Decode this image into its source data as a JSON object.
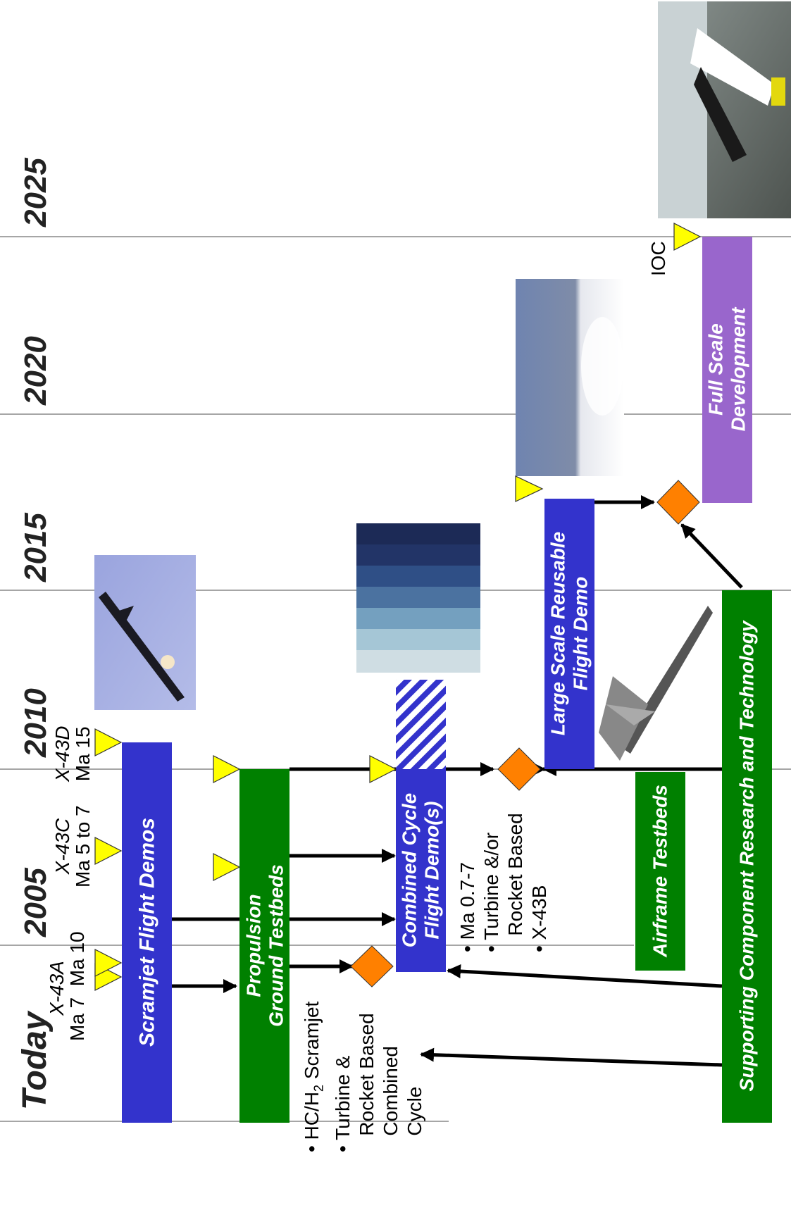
{
  "timeline": {
    "years": [
      "Today",
      "2005",
      "2010",
      "2015",
      "2020",
      "2025"
    ]
  },
  "bars": {
    "scramjet": {
      "line1": "Scramjet Flight Demos",
      "line2": ""
    },
    "propulsion": {
      "line1": "Propulsion",
      "line2": "Ground Testbeds"
    },
    "combined": {
      "line1": "Combined Cycle",
      "line2": "Flight Demo(s)"
    },
    "large_scale": {
      "line1": "Large Scale Reusable",
      "line2": "Flight Demo"
    },
    "airframe": {
      "line1": "Airframe Testbeds",
      "line2": ""
    },
    "supporting": {
      "line1": "Supporting Component Research and Technology",
      "line2": ""
    },
    "full_scale": {
      "line1": "Full Scale",
      "line2": "Development"
    }
  },
  "milestones": {
    "x43a": {
      "name": "X-43A",
      "m1": "Ma 7",
      "m2": "Ma 10"
    },
    "x43c": {
      "name": "X-43C",
      "detail": "Ma 5 to 7"
    },
    "x43d": {
      "name": "X-43D",
      "detail": "Ma 15"
    },
    "ioc": "IOC"
  },
  "bullets": {
    "propulsion": {
      "b1_pre": "HC/H",
      "b1_sub": "2",
      "b1_post": " Scramjet",
      "b2a": "Turbine &",
      "b2b": "Rocket Based",
      "b2c": "Combined",
      "b2d": "Cycle"
    },
    "combined": {
      "b1": "Ma 0.7-7",
      "b2a": "Turbine &/or",
      "b2b": "Rocket Based",
      "b3": "X-43B"
    }
  },
  "colors": {
    "blue_bar": "#3333cc",
    "green_bar": "#008000",
    "purple_bar": "#9966cc",
    "decision_diamond": "#ff8000",
    "milestone_triangle": "#ffff00",
    "timeline_line": "#888888"
  }
}
